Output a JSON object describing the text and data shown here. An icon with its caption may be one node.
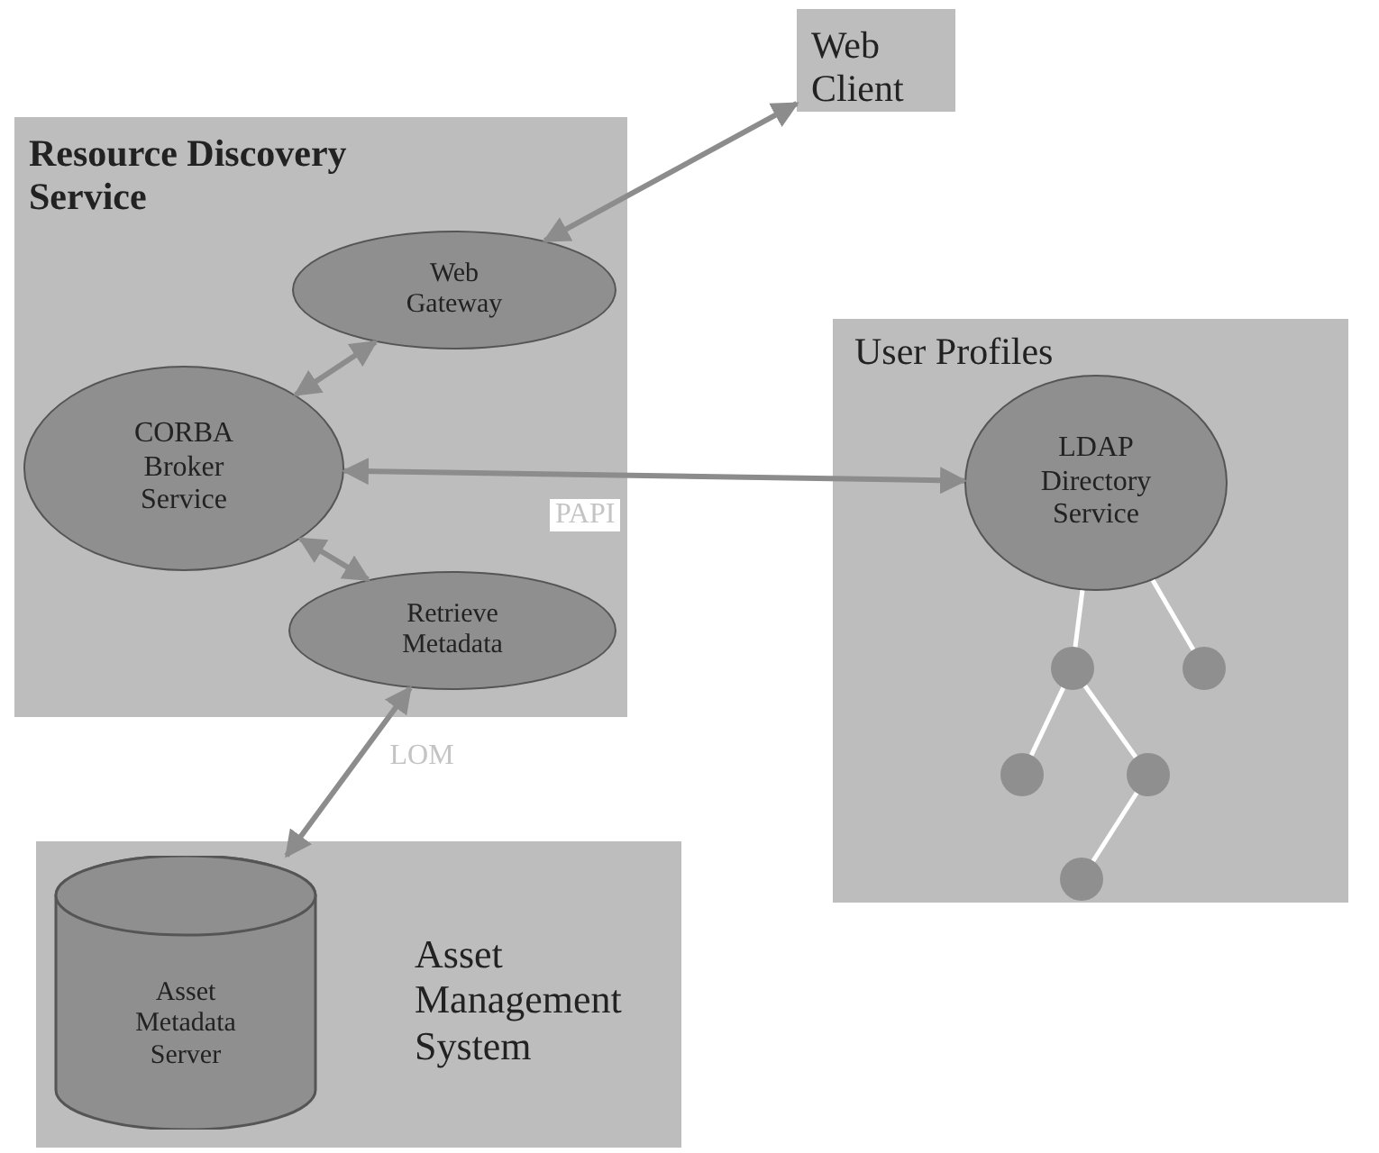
{
  "diagram": {
    "nodes": [
      {
        "text": [
          "Resource Discovery Service"
        ]
      },
      {
        "text": [
          "Web Gateway"
        ],
        "in": 0
      },
      {
        "text": [
          "CORBA Broker Service"
        ],
        "in": 0
      },
      {
        "text": [
          "Retrieve Metadata"
        ],
        "in": 0
      },
      {
        "text": [
          "Web Client"
        ]
      },
      {
        "text": [
          "User Profiles"
        ]
      },
      {
        "text": [
          "LDAP Directory Service"
        ],
        "in": 5
      },
      {
        "text": [],
        "shape": "circle",
        "in": 5
      },
      {
        "text": [],
        "shape": "circle",
        "in": 5
      },
      {
        "text": [],
        "shape": "circle",
        "in": 5
      },
      {
        "text": [],
        "shape": "circle",
        "in": 5
      },
      {
        "text": [],
        "shape": "circle",
        "in": 5
      },
      {
        "text": [
          "Asset Management System"
        ]
      },
      {
        "text": [
          "Asset Metadata Server"
        ],
        "in": 12
      }
    ],
    "edges": [
      {
        "from": 4,
        "to": 1,
        "arrow": "both"
      },
      {
        "from": 1,
        "to": 2,
        "arrow": "both"
      },
      {
        "from": 2,
        "to": 6,
        "arrow": "both",
        "label": "PAPI"
      },
      {
        "from": 2,
        "to": 3,
        "arrow": "both"
      },
      {
        "from": 3,
        "to": 13,
        "arrow": "both",
        "label": "LOM"
      },
      {
        "from": 6,
        "to": 7,
        "arrow": "none",
        "color": "#ffffff"
      },
      {
        "from": 6,
        "to": 8,
        "arrow": "none",
        "color": "#ffffff"
      },
      {
        "from": 7,
        "to": 9,
        "arrow": "none",
        "color": "#ffffff"
      },
      {
        "from": 7,
        "to": 10,
        "arrow": "none",
        "color": "#ffffff"
      },
      {
        "from": 10,
        "to": 11,
        "arrow": "none",
        "color": "#ffffff"
      }
    ]
  }
}
